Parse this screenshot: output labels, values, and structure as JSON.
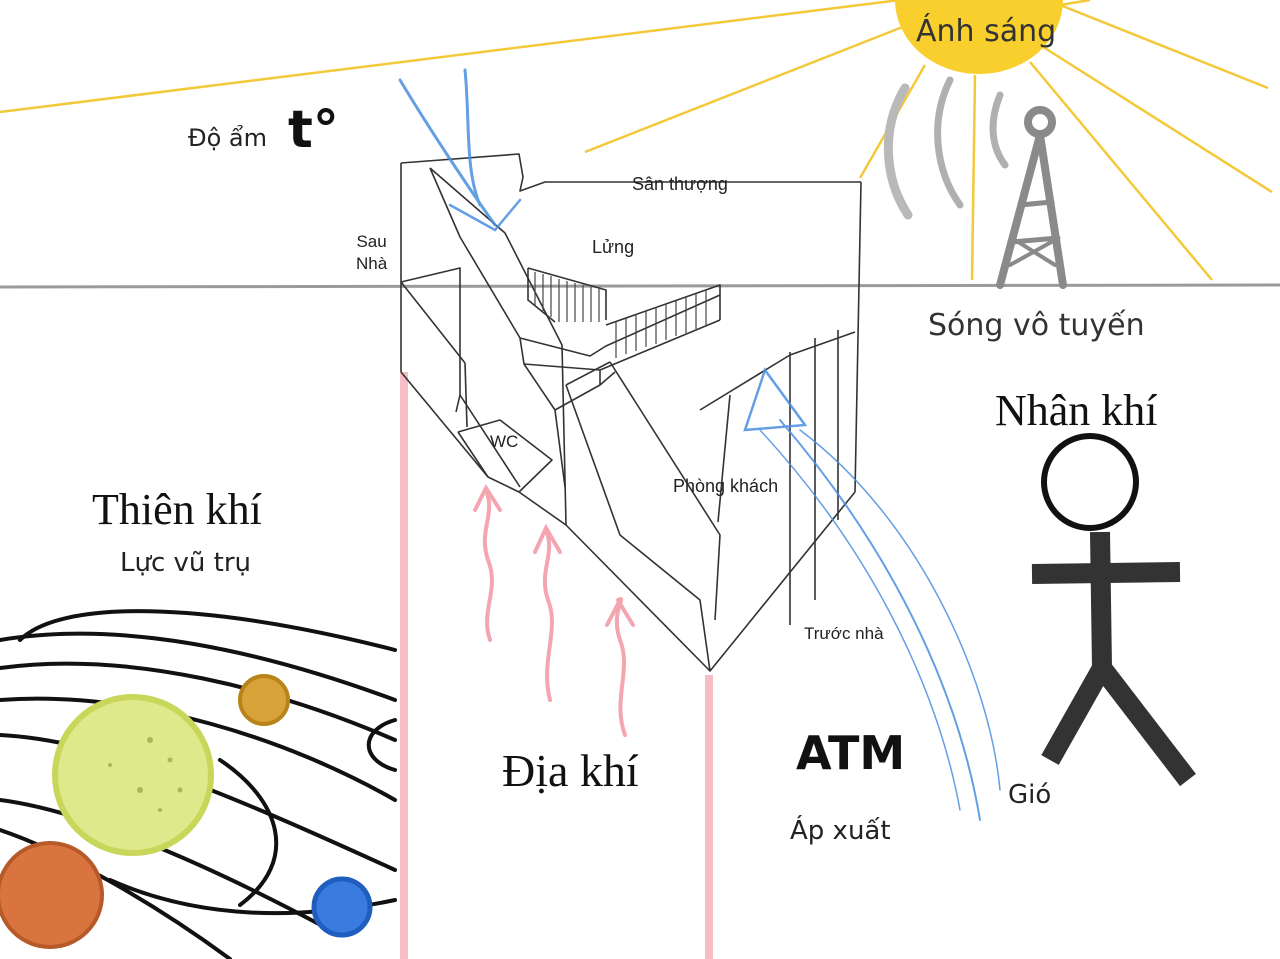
{
  "labels": {
    "anh_sang": "Ánh sáng",
    "do_am": "Độ ẩm",
    "nhiet_do": "t°",
    "san_thuong": "Sân thượng",
    "sau_nha": "Sau\nNhà",
    "lung": "Lửng",
    "song_vo_tuyen": "Sóng vô tuyến",
    "nhan_khi": "Nhân khí",
    "wc": "WC",
    "phong_khach": "Phòng khách",
    "thien_khi": "Thiên khí",
    "luc_vu_tru": "Lực vũ trụ",
    "truoc_nha": "Trước nhà",
    "atm": "ATM",
    "dia_khi": "Địa khí",
    "gio": "Gió",
    "ap_xuat": "Áp xuất"
  },
  "colors": {
    "sun": "#F9CF2E",
    "sun_rays": "#F3C93A",
    "wind": "#4A8FE0",
    "earth_qi": "#F4A6B0",
    "ground_line": "#9A9A9A",
    "house_lines": "#333333",
    "figure": "#111111",
    "planet_yellow_green": "#DDE98A",
    "planet_gold": "#D8A43A",
    "planet_orange": "#D9743F",
    "planet_blue": "#3A7BE0",
    "orbit": "#111111"
  },
  "icons": [
    "sun-icon",
    "radio-tower-icon",
    "stick-figure-icon",
    "planets-icon",
    "wind-arrow-icon",
    "heat-arrow-icon"
  ]
}
